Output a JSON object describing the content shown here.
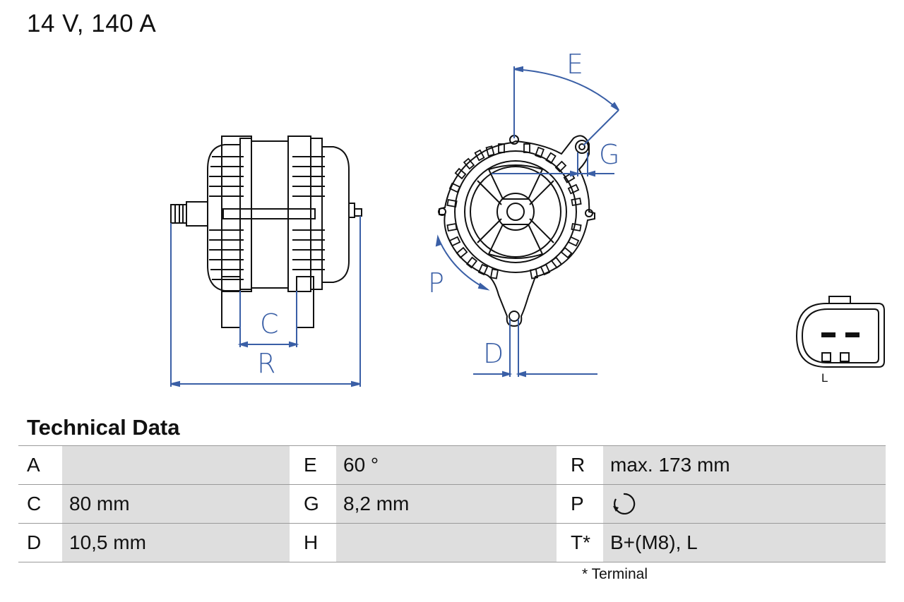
{
  "title": "14 V, 140 A",
  "section_title": "Technical Data",
  "dimension_labels": {
    "E": "E",
    "G": "G",
    "C": "C",
    "R": "R",
    "P": "P",
    "D": "D"
  },
  "connector_label": "L",
  "table": {
    "rows": [
      [
        {
          "key": "A",
          "value": ""
        },
        {
          "key": "E",
          "value": "60 °"
        },
        {
          "key": "R",
          "value": "max. 173 mm"
        }
      ],
      [
        {
          "key": "C",
          "value": "80 mm"
        },
        {
          "key": "G",
          "value": "8,2 mm"
        },
        {
          "key": "P",
          "value": "",
          "icon": "rotation-direction-icon"
        }
      ],
      [
        {
          "key": "D",
          "value": "10,5 mm"
        },
        {
          "key": "H",
          "value": ""
        },
        {
          "key": "T*",
          "value": "B+(M8), L"
        }
      ]
    ]
  },
  "footnote": "* Terminal",
  "colors": {
    "dimension_line": "#3a5fa6",
    "drawing": "#111111",
    "value_cell_bg": "#dedede"
  }
}
